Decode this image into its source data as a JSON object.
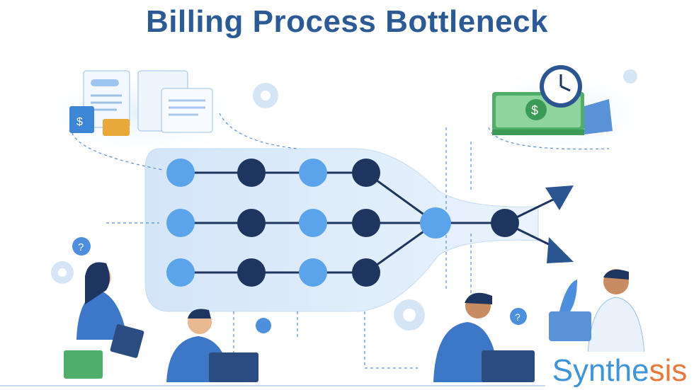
{
  "title": "Billing Process Bottleneck",
  "logo": {
    "main": "Synthe",
    "accent": "sis"
  },
  "colors": {
    "title": "#2c5a94",
    "node_light": "#5ba3ea",
    "node_dark": "#1e3560",
    "bottle": "#dbeafa",
    "logo_blue": "#3f95d8",
    "logo_orange": "#e8793a"
  },
  "icons": [
    "documents-icon",
    "clock-icon",
    "money-stack-icon",
    "gear-icon",
    "question-bubble-icon",
    "dollar-icon"
  ]
}
